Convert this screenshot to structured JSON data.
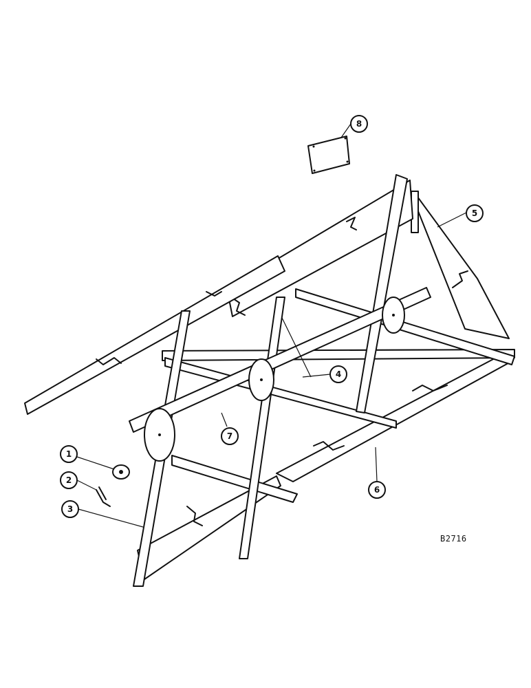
{
  "figure_code": "B2716",
  "callouts": [
    {
      "id": "1",
      "label": "1"
    },
    {
      "id": "2",
      "label": "2"
    },
    {
      "id": "3",
      "label": "3"
    },
    {
      "id": "4",
      "label": "4"
    },
    {
      "id": "5",
      "label": "5"
    },
    {
      "id": "6",
      "label": "6"
    },
    {
      "id": "7",
      "label": "7"
    },
    {
      "id": "8",
      "label": "8"
    }
  ]
}
